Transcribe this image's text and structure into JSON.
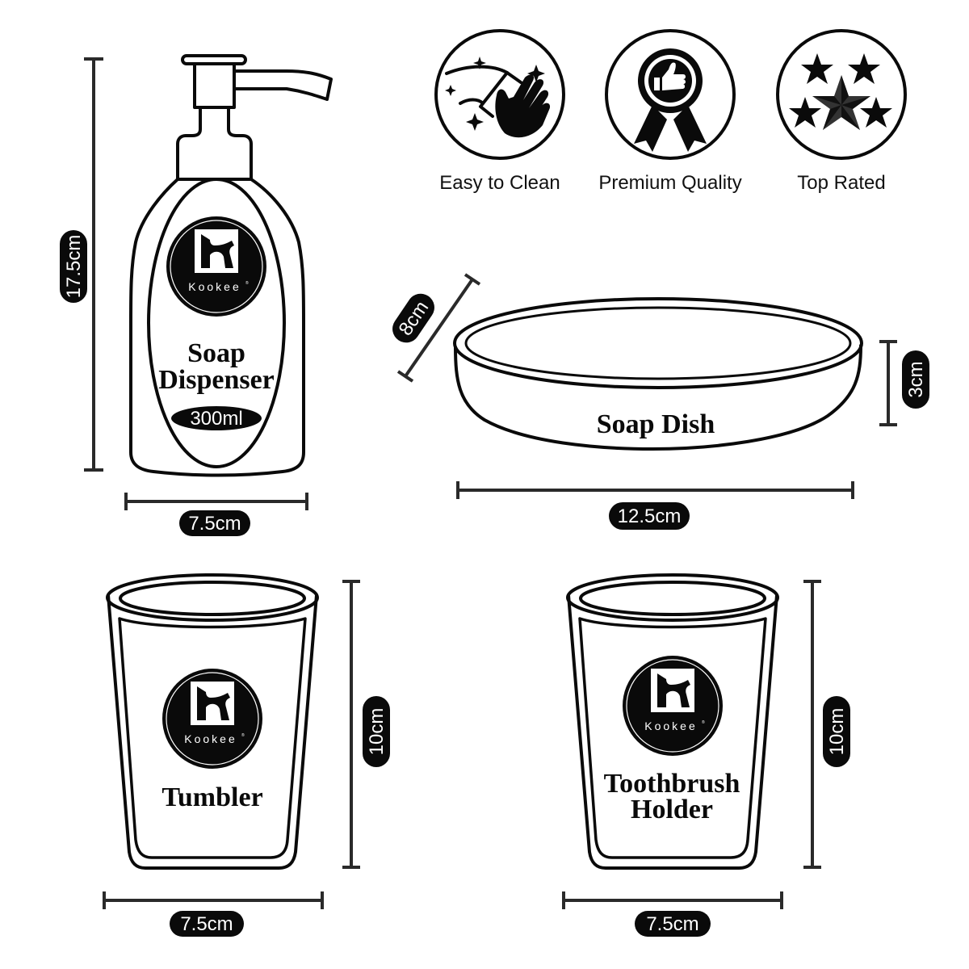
{
  "brand": {
    "name": "Kookee",
    "registered_mark": "®",
    "colors": {
      "ink": "#0a0a0a",
      "dimension_line": "#2a2a2a",
      "background": "#ffffff",
      "pill_text": "#ffffff"
    }
  },
  "features": [
    {
      "label": "Easy to Clean",
      "icon": "cleaning-hand-icon"
    },
    {
      "label": "Premium Quality",
      "icon": "thumbs-up-badge-icon"
    },
    {
      "label": "Top Rated",
      "icon": "five-stars-icon"
    }
  ],
  "products": {
    "soap_dispenser": {
      "title_line1": "Soap",
      "title_line2": "Dispenser",
      "capacity": "300ml",
      "height": "17.5cm",
      "width": "7.5cm"
    },
    "soap_dish": {
      "title": "Soap Dish",
      "depth": "8cm",
      "height": "3cm",
      "width": "12.5cm"
    },
    "tumbler": {
      "title": "Tumbler",
      "height": "10cm",
      "width": "7.5cm"
    },
    "toothbrush_holder": {
      "title_line1": "Toothbrush",
      "title_line2": "Holder",
      "height": "10cm",
      "width": "7.5cm"
    }
  }
}
